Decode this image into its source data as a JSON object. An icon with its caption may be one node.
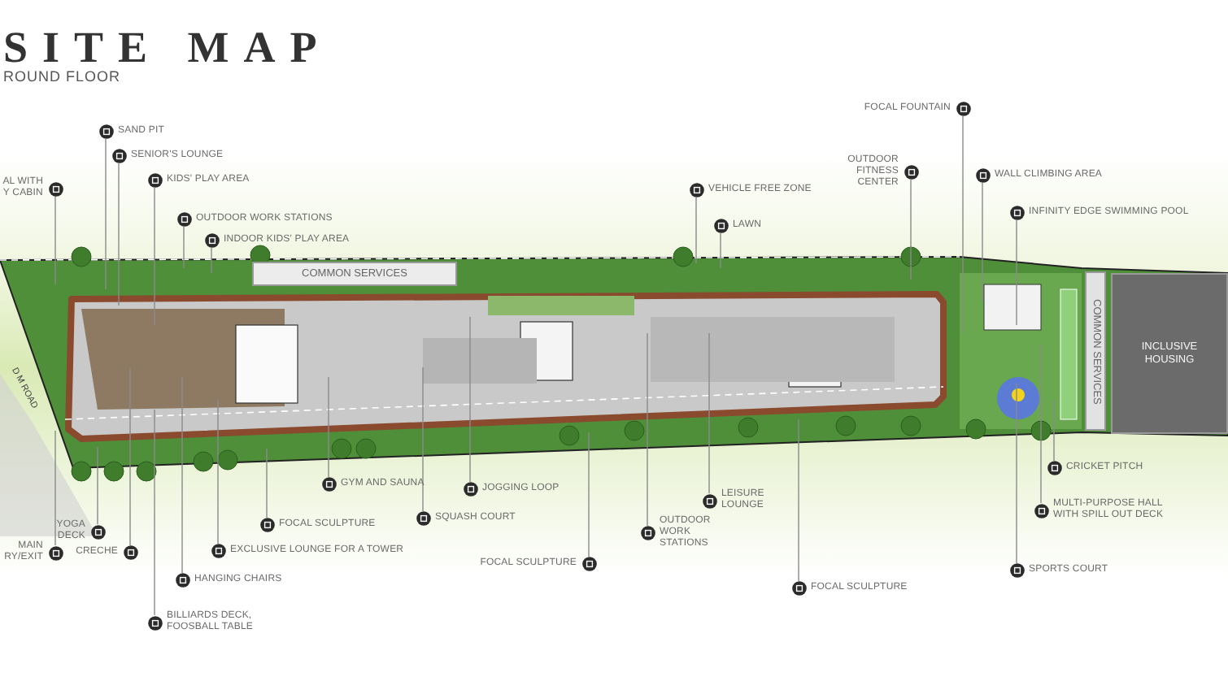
{
  "diagram": {
    "title": "SITE MAP",
    "nodes": [
      {
        "text": [
          "COMMON SERVICES"
        ]
      },
      {
        "text": [
          "COMMON SERVICES"
        ]
      },
      {
        "text": [
          "INCLUSIVE HOUSING"
        ]
      },
      {
        "text": [
          "SAND PIT"
        ]
      },
      {
        "text": [
          "SENIOR'S LOUNGE"
        ]
      },
      {
        "text": [
          "AL WITH Y CABIN"
        ]
      },
      {
        "text": [
          "KIDS' PLAY AREA"
        ]
      },
      {
        "text": [
          "OUTDOOR WORK STATIONS"
        ]
      },
      {
        "text": [
          "INDOOR KIDS' PLAY AREA"
        ]
      },
      {
        "text": [
          "FOCAL FOUNTAIN"
        ]
      },
      {
        "text": [
          "OUTDOOR FITNESS CENTER"
        ]
      },
      {
        "text": [
          "WALL CLIMBING AREA"
        ]
      },
      {
        "text": [
          "VEHICLE FREE ZONE"
        ]
      },
      {
        "text": [
          "INFINITY EDGE SWIMMING POOL"
        ]
      },
      {
        "text": [
          "LAWN"
        ]
      },
      {
        "text": [
          "CRICKET PITCH"
        ]
      },
      {
        "text": [
          "GYM AND SAUNA"
        ]
      },
      {
        "text": [
          "JOGGING LOOP"
        ]
      },
      {
        "text": [
          "LEISURE LOUNGE"
        ]
      },
      {
        "text": [
          "MULTI-PURPOSE HALL WITH SPILL OUT DECK"
        ]
      },
      {
        "text": [
          "SQUASH COURT"
        ]
      },
      {
        "text": [
          "FOCAL SCULPTURE"
        ]
      },
      {
        "text": [
          "YOGA DECK"
        ]
      },
      {
        "text": [
          "OUTDOOR WORK STATIONS"
        ]
      },
      {
        "text": [
          "MAIN RY/EXIT"
        ]
      },
      {
        "text": [
          "CRECHE"
        ]
      },
      {
        "text": [
          "EXCLUSIVE LOUNGE FOR A TOWER"
        ]
      },
      {
        "text": [
          "FOCAL SCULPTURE"
        ]
      },
      {
        "text": [
          "SPORTS COURT"
        ]
      },
      {
        "text": [
          "HANGING CHAIRS"
        ]
      },
      {
        "text": [
          "FOCAL SCULPTURE"
        ]
      },
      {
        "text": [
          "BILLIARDS DECK, FOOSBALL TABLE"
        ]
      }
    ],
    "edges": [
      {
        "from": 3,
        "to": null,
        "arrow": "none"
      },
      {
        "from": 4,
        "to": null,
        "arrow": "none"
      },
      {
        "from": 5,
        "to": null,
        "arrow": "none"
      },
      {
        "from": 6,
        "to": null,
        "arrow": "none"
      },
      {
        "from": 7,
        "to": null,
        "arrow": "none"
      },
      {
        "from": 8,
        "to": null,
        "arrow": "none"
      },
      {
        "from": 9,
        "to": null,
        "arrow": "none"
      },
      {
        "from": 10,
        "to": null,
        "arrow": "none"
      },
      {
        "from": 11,
        "to": null,
        "arrow": "none"
      },
      {
        "from": 12,
        "to": null,
        "arrow": "none"
      },
      {
        "from": 13,
        "to": null,
        "arrow": "none"
      },
      {
        "from": 14,
        "to": null,
        "arrow": "none"
      },
      {
        "from": 15,
        "to": null,
        "arrow": "none"
      },
      {
        "from": 16,
        "to": null,
        "arrow": "none"
      },
      {
        "from": 17,
        "to": null,
        "arrow": "none"
      },
      {
        "from": 18,
        "to": null,
        "arrow": "none"
      },
      {
        "from": 19,
        "to": null,
        "arrow": "none"
      },
      {
        "from": 20,
        "to": null,
        "arrow": "none"
      },
      {
        "from": 21,
        "to": null,
        "arrow": "none"
      },
      {
        "from": 22,
        "to": null,
        "arrow": "none"
      },
      {
        "from": 23,
        "to": null,
        "arrow": "none"
      },
      {
        "from": 24,
        "to": null,
        "arrow": "none"
      },
      {
        "from": 25,
        "to": null,
        "arrow": "none"
      },
      {
        "from": 26,
        "to": null,
        "arrow": "none"
      },
      {
        "from": 27,
        "to": null,
        "arrow": "none"
      },
      {
        "from": 28,
        "to": null,
        "arrow": "none"
      },
      {
        "from": 29,
        "to": null,
        "arrow": "none"
      },
      {
        "from": 30,
        "to": null,
        "arrow": "none"
      },
      {
        "from": 31,
        "to": null,
        "arrow": "none"
      }
    ],
    "labels": [
      "ROUND FLOOR",
      "D M ROAD"
    ]
  }
}
